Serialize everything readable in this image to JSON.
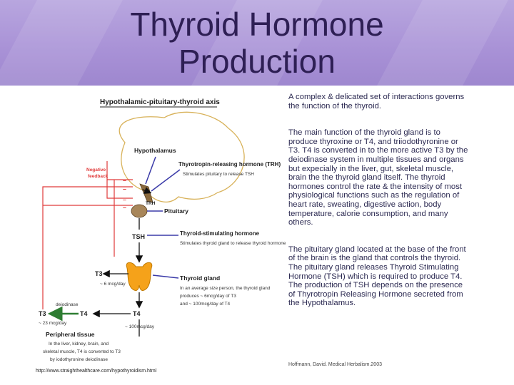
{
  "title": {
    "line1": "Thyroid Hormone",
    "line2": "Production"
  },
  "diagram": {
    "heading": "Hypothalamic-pituitary-thyroid axis",
    "hypothalamus": "Hypothalamus",
    "negative_feedback_1": "Negative",
    "negative_feedback_2": "feedback",
    "trh_title": "Thyrotropin-releasing hormone (TRH)",
    "trh_desc": "Stimulates pituitary to release TSH",
    "trh_short": "TRH",
    "pituitary": "Pituitary",
    "tsh": "TSH",
    "tsh_title": "Thyroid-stimulating hormone",
    "tsh_desc": "Stimulates thyroid gland to release thyroid hormone",
    "t3": "T3",
    "t3_rate": "~ 6 mcg/day",
    "thyroid_title": "Thyroid gland",
    "thyroid_desc_1": "In an average size person, the thyroid gland",
    "thyroid_desc_2": "produces ~ 6mcg/day of T3",
    "thyroid_desc_3": "and ~ 100mcg/day of T4",
    "deiodinase": "deiodinase",
    "t3_bottom": "T3",
    "t4_mid": "T4",
    "t4_right": "T4",
    "t3_bottom_rate": "~ 23 mcg/day",
    "t4_rate": "~ 100mcg/day",
    "peripheral_title": "Peripheral tissue",
    "peripheral_desc_1": "In the liver, kidney, brain, and",
    "peripheral_desc_2": "skeletal muscle, T4 is converted to T3",
    "peripheral_desc_3": "by iodothyronine deiodinase"
  },
  "paragraphs": [
    "A complex & delicated set of interactions governs the function of the thyroid.",
    "The main function of the thyroid gland is to produce thyroxine or T4, and triiodothyronine or T3. T4 is converted in to the more active T3 by the deiodinase system in multiple tissues and organs but expecially in the liver, gut, skeletal muscle, brain the the thyroid gland itself. The thyroid hormones control the rate & the intensity of most physiological functions such as the regulation of heart rate, sweating, digestive action, body temperature, calorie consumption, and many others.",
    "The pituitary gland located at the base of the front of the brain is the gland that controls the thyroid.  The pituitary gland releases Thyroid Stimulating Hormone (TSH) which is required to produce T4. The production of TSH depends on the presence of Thyrotropin Releasing Hormone secreted from the Hypothalamus."
  ],
  "citation": "Hoffmann, David. Medical Herbalism.2003",
  "source": "http://www.straighthealthcare.com/hypothyroidism.html",
  "colors": {
    "title_band": "#a891d6",
    "title_text": "#2e1f54",
    "body_text": "#2c2a52",
    "feedback_red": "#e03a3a",
    "thyroid_orange": "#f5a21a",
    "pointer_blue": "#3a3aa8",
    "arrow_green": "#2e7d32",
    "brain_outline": "#d8b25a"
  }
}
